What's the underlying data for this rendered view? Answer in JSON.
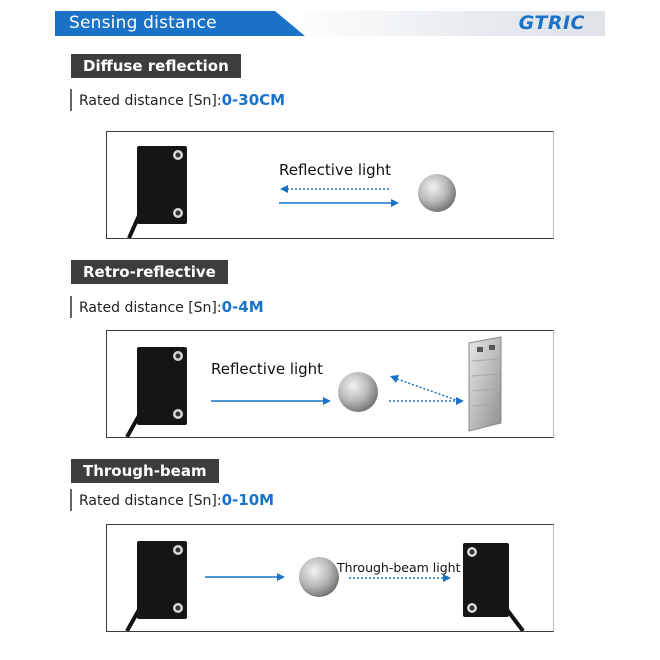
{
  "header": {
    "title": "Sensing distance",
    "brand": "GTRIC"
  },
  "sections": [
    {
      "tab": "Diffuse reflection",
      "rated_label": "Rated distance [Sn]:",
      "rated_value": "0-30CM",
      "light_label": "Reflective light"
    },
    {
      "tab": "Retro-reflective",
      "rated_label": "Rated distance [Sn]:",
      "rated_value": "0-4M",
      "light_label": "Reflective light"
    },
    {
      "tab": "Through-beam",
      "rated_label": "Rated distance [Sn]:",
      "rated_value": "0-10M",
      "light_label": "Through-beam light"
    }
  ],
  "colors": {
    "accent": "#1a73c7",
    "tab": "#3d3d3d",
    "sensor": "#151515"
  }
}
